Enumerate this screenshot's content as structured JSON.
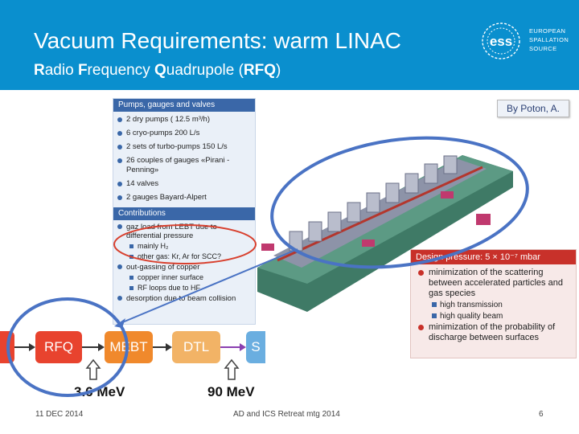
{
  "header": {
    "title": "Vacuum Requirements: warm LINAC",
    "subtitle_parts": [
      {
        "text": "R",
        "bold": true
      },
      {
        "text": "adio ",
        "bold": false
      },
      {
        "text": "F",
        "bold": true
      },
      {
        "text": "requency ",
        "bold": false
      },
      {
        "text": "Q",
        "bold": true
      },
      {
        "text": "uadrupole (",
        "bold": false
      },
      {
        "text": "RFQ",
        "bold": true
      },
      {
        "text": ")",
        "bold": false
      }
    ],
    "logo_lines": [
      "EUROPEAN",
      "SPALLATION",
      "SOURCE"
    ],
    "logo_mark": "ess",
    "colors": {
      "band": "#0a8fce",
      "text": "#ffffff"
    }
  },
  "pumps_panel": {
    "heading": "Pumps, gauges and valves",
    "items": [
      "2 dry pumps ( 12.5 m³/h)",
      "6 cryo-pumps 200 L/s",
      "2 sets of turbo-pumps 150 L/s",
      "26 couples of gauges «Pirani - Penning»",
      "14 valves",
      "2 gauges Bayard-Alpert"
    ],
    "contributions_heading": "Contributions",
    "contributions": [
      {
        "text": "gaz load from LEBT due to differential pressure",
        "level": "main"
      },
      {
        "text": "mainly H₂",
        "level": "sub"
      },
      {
        "text": "other gas: Kr, Ar for SCC?",
        "level": "sub"
      },
      {
        "text": "out-gassing of copper",
        "level": "main"
      },
      {
        "text": "copper inner surface",
        "level": "sub"
      },
      {
        "text": "RF loops due to HF",
        "level": "sub"
      },
      {
        "text": "desorption due to beam collision",
        "level": "main"
      }
    ]
  },
  "byline": "By Poton, A.",
  "design_panel": {
    "heading": "Design pressure: 5 × 10⁻⁷ mbar",
    "items": [
      {
        "text": "minimization of the scattering between accelerated particles and gas species",
        "level": "main"
      },
      {
        "text": "high transmission",
        "level": "sub"
      },
      {
        "text": "high quality beam",
        "level": "sub"
      },
      {
        "text": "minimization of the probability of discharge between surfaces",
        "level": "main"
      }
    ]
  },
  "chain": {
    "blocks": [
      {
        "label": "RFQ",
        "color": "#e8432e"
      },
      {
        "label": "MEBT",
        "color": "#f0892c"
      },
      {
        "label": "DTL",
        "color": "#f2b366"
      },
      {
        "label": "S",
        "color": "#6aaee0"
      }
    ],
    "energies": [
      "3.6 MeV",
      "90 MeV"
    ]
  },
  "footer": {
    "date": "11 DEC 2014",
    "event": "AD and ICS Retreat mtg 2014",
    "page": "6"
  }
}
